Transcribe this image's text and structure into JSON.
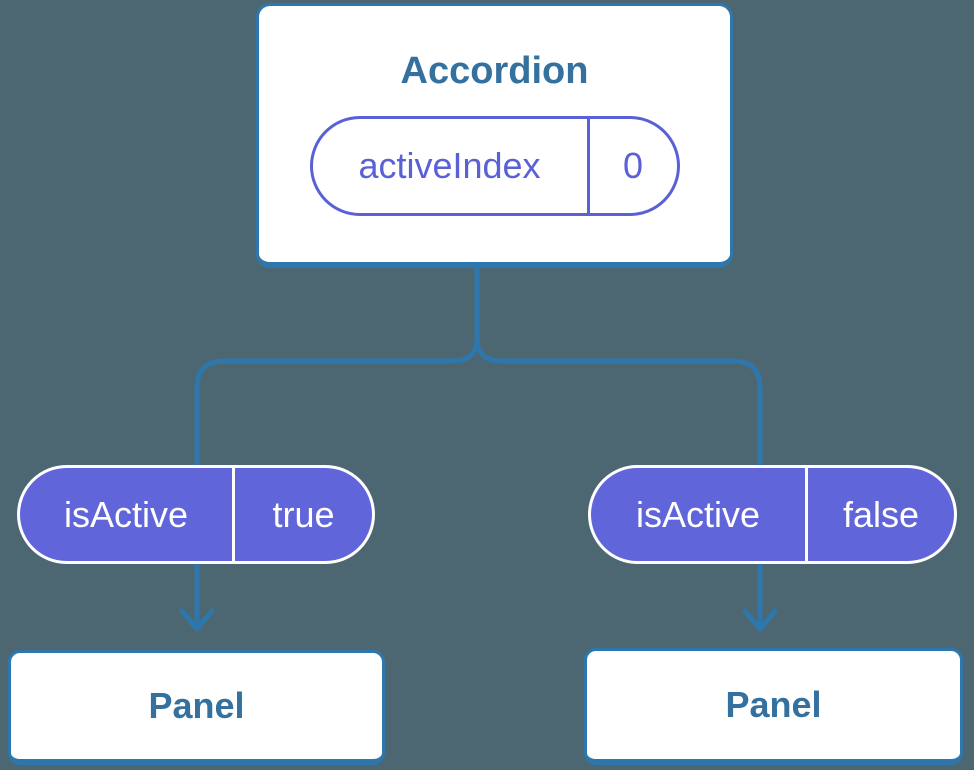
{
  "diagram": {
    "root_node": {
      "title": "Accordion",
      "state": {
        "name": "activeIndex",
        "value": "0"
      }
    },
    "prop_pills": [
      {
        "name": "isActive",
        "value": "true"
      },
      {
        "name": "isActive",
        "value": "false"
      }
    ],
    "panels": [
      {
        "label": "Panel"
      },
      {
        "label": "Panel"
      }
    ],
    "colors": {
      "background": "#4d6772",
      "connector_blue": "#2e77ad",
      "node_border_blue": "#2e77ad",
      "heading_text_blue": "#35719f",
      "state_purple": "#5a60d6",
      "prop_pill_purple": "#6065d9",
      "node_fill": "#ffffff",
      "prop_text": "#ffffff"
    }
  }
}
